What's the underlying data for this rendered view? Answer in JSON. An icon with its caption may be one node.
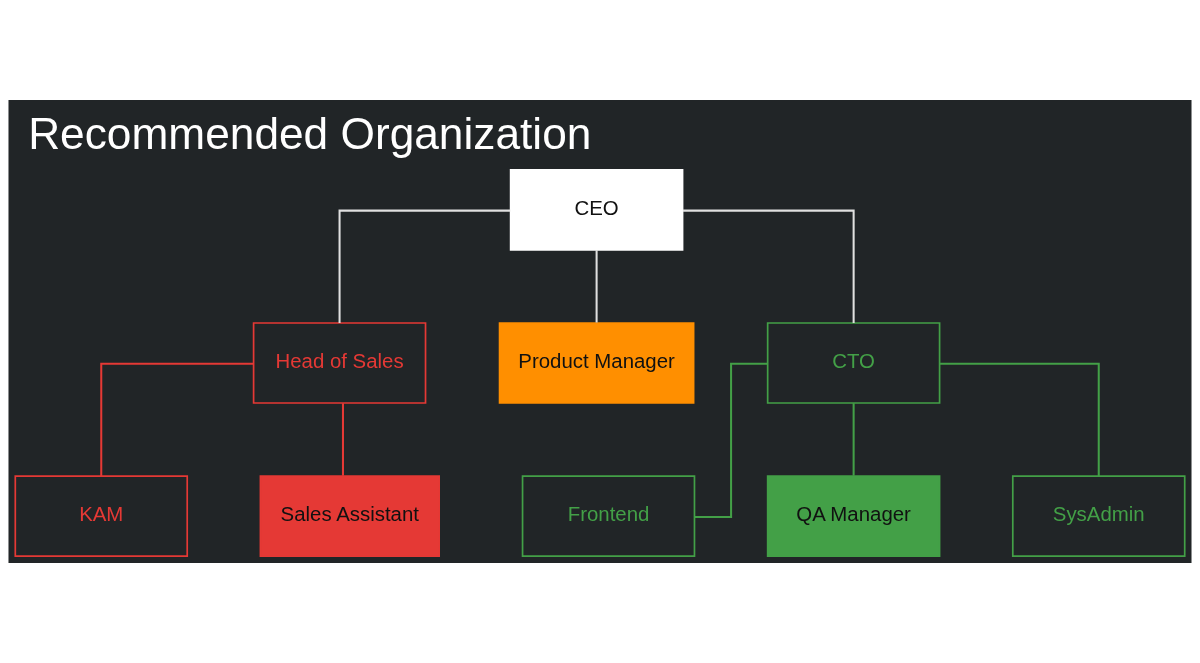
{
  "diagram": {
    "title": "Recommended Organization",
    "nodes": [
      {
        "text": [
          "CEO"
        ]
      },
      {
        "text": [
          "Head of Sales"
        ]
      },
      {
        "text": [
          "Product Manager"
        ]
      },
      {
        "text": [
          "CTO"
        ]
      },
      {
        "text": [
          "KAM"
        ]
      },
      {
        "text": [
          "Sales Assistant"
        ]
      },
      {
        "text": [
          "Frontend"
        ]
      },
      {
        "text": [
          "QA Manager"
        ]
      },
      {
        "text": [
          "SysAdmin"
        ]
      }
    ],
    "edges": [
      {
        "from": 0,
        "to": 1,
        "arrow": "none"
      },
      {
        "from": 0,
        "to": 2,
        "arrow": "none"
      },
      {
        "from": 0,
        "to": 3,
        "arrow": "none"
      },
      {
        "from": 1,
        "to": 4,
        "arrow": "none",
        "color": "#e53935"
      },
      {
        "from": 1,
        "to": 5,
        "arrow": "none",
        "color": "#e53935"
      },
      {
        "from": 3,
        "to": 6,
        "arrow": "none",
        "color": "#43a047"
      },
      {
        "from": 3,
        "to": 7,
        "arrow": "none",
        "color": "#43a047"
      },
      {
        "from": 3,
        "to": 8,
        "arrow": "none",
        "color": "#43a047"
      }
    ]
  }
}
